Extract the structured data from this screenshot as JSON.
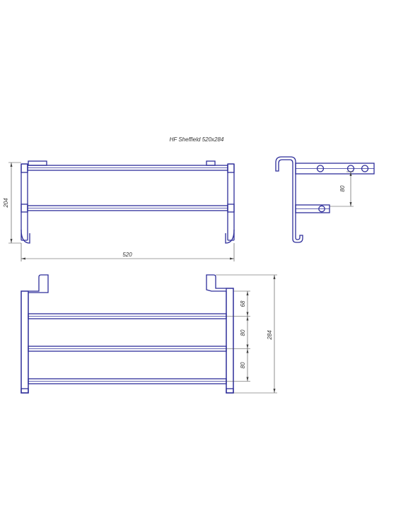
{
  "title": "HF Sheffield 520x284",
  "dimensions": {
    "front_width": "520",
    "front_height": "204",
    "side_spacing": "80",
    "top_spacing_1": "68",
    "top_spacing_2": "80",
    "top_spacing_3": "80",
    "overall_depth": "284"
  },
  "colors": {
    "part": "#2e2e9a",
    "dimension": "#444444"
  }
}
